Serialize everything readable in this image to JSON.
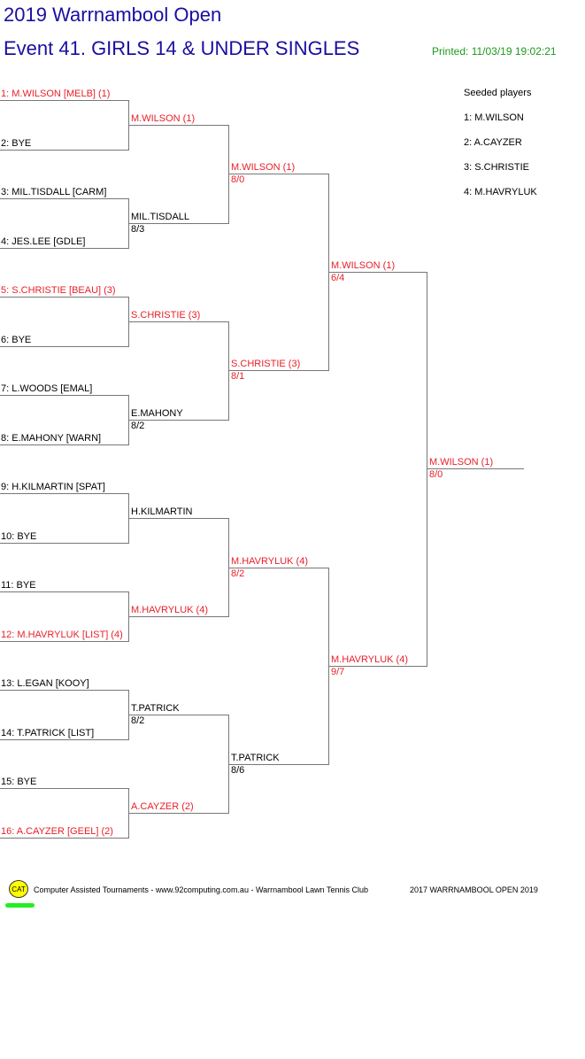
{
  "header": {
    "tournament": "2019 Warrnambool Open",
    "event": "Event 41. GIRLS 14 & UNDER SINGLES",
    "printed": "Printed: 11/03/19 19:02:21"
  },
  "seeds": {
    "heading": "Seeded players",
    "list": [
      "1: M.WILSON",
      "2: A.CAYZER",
      "3: S.CHRISTIE",
      "4: M.HAVRYLUK"
    ]
  },
  "colors": {
    "title": "#1a0ea0",
    "seeded": "#e8202a",
    "printed": "#1c9a1c"
  },
  "rounds": [
    [
      {
        "name": "1: M.WILSON [MELB] (1)",
        "seeded": true
      },
      {
        "name": "2: BYE"
      },
      {
        "name": "3: MIL.TISDALL [CARM]"
      },
      {
        "name": "4: JES.LEE [GDLE]"
      },
      {
        "name": "5: S.CHRISTIE [BEAU] (3)",
        "seeded": true
      },
      {
        "name": "6: BYE"
      },
      {
        "name": "7: L.WOODS [EMAL]"
      },
      {
        "name": "8: E.MAHONY [WARN]"
      },
      {
        "name": "9: H.KILMARTIN [SPAT]"
      },
      {
        "name": "10: BYE"
      },
      {
        "name": "11: BYE"
      },
      {
        "name": "12: M.HAVRYLUK [LIST] (4)",
        "seeded": true
      },
      {
        "name": "13: L.EGAN [KOOY]"
      },
      {
        "name": "14: T.PATRICK [LIST]"
      },
      {
        "name": "15: BYE"
      },
      {
        "name": "16: A.CAYZER [GEEL] (2)",
        "seeded": true
      }
    ],
    [
      {
        "name": "M.WILSON (1)",
        "seeded": true
      },
      {
        "name": "MIL.TISDALL",
        "score": "8/3"
      },
      {
        "name": "S.CHRISTIE (3)",
        "seeded": true
      },
      {
        "name": "E.MAHONY",
        "score": "8/2"
      },
      {
        "name": "H.KILMARTIN"
      },
      {
        "name": "M.HAVRYLUK (4)",
        "seeded": true
      },
      {
        "name": "T.PATRICK",
        "score": "8/2"
      },
      {
        "name": "A.CAYZER (2)",
        "seeded": true
      }
    ],
    [
      {
        "name": "M.WILSON (1)",
        "score": "8/0",
        "seeded": true
      },
      {
        "name": "S.CHRISTIE (3)",
        "score": "8/1",
        "seeded": true
      },
      {
        "name": "M.HAVRYLUK (4)",
        "score": "8/2",
        "seeded": true
      },
      {
        "name": "T.PATRICK",
        "score": "8/6"
      }
    ],
    [
      {
        "name": "M.WILSON (1)",
        "score": "6/4",
        "seeded": true
      },
      {
        "name": "M.HAVRYLUK (4)",
        "score": "9/7",
        "seeded": true
      }
    ],
    [
      {
        "name": "M.WILSON (1)",
        "score": "8/0",
        "seeded": true
      }
    ]
  ],
  "footer": {
    "logo": "CAT",
    "credit": "Computer Assisted Tournaments - www.92computing.com.au -  Warrnambool Lawn Tennis Club",
    "edition": "2017 WARRNAMBOOL OPEN 2019"
  }
}
